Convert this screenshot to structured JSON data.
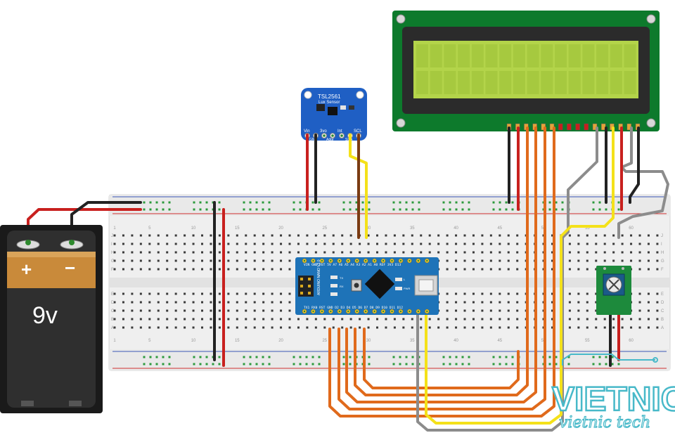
{
  "battery": {
    "voltage": "9v",
    "plus": "+",
    "minus": "−"
  },
  "sensor": {
    "chip": "TSL2561",
    "title": "Lux Sensor",
    "pins": [
      "Vin",
      "3vo",
      "Int",
      "SCL"
    ],
    "pins_bottom": [
      "GND",
      "Addr",
      "SDA"
    ]
  },
  "arduino": {
    "top_pins": "VIN GND RST 5V A7 A6 A5 A4 A3 A2 A1 A0 REF 3V3 D13",
    "bottom_pins": "TX1 RX0 RST GND D2 D3 D4 D5 D6 D7 D8 D9 D10 D11 D12",
    "name": "ARDUINO NANO V3.0",
    "icsp": "ICSP",
    "tx": "TX",
    "rx": "RX",
    "l": "L",
    "pwr": "PWR"
  },
  "breadboard": {
    "col_numbers": [
      "1",
      "5",
      "10",
      "15",
      "20",
      "25",
      "30",
      "35",
      "40",
      "45",
      "50",
      "55",
      "60"
    ],
    "row_letters_top": [
      "J",
      "I",
      "H",
      "G",
      "F"
    ],
    "row_letters_bottom": [
      "E",
      "D",
      "C",
      "B",
      "A"
    ]
  },
  "watermark": {
    "brand": "VIETNIC",
    "tagline": "vietnic tech"
  },
  "colors": {
    "wire_red": "#c8201e",
    "wire_black": "#222222",
    "wire_yellow": "#f4e11a",
    "wire_orange": "#e06a1c",
    "wire_gray": "#8c8c8c",
    "wire_brown": "#7a3b12",
    "lcd_green": "#0d7a2c",
    "lcd_screen": "#b3d44a",
    "arduino_blue": "#1e73b8",
    "sensor_blue": "#1f5fc4",
    "watermark": "#48b9c9"
  }
}
